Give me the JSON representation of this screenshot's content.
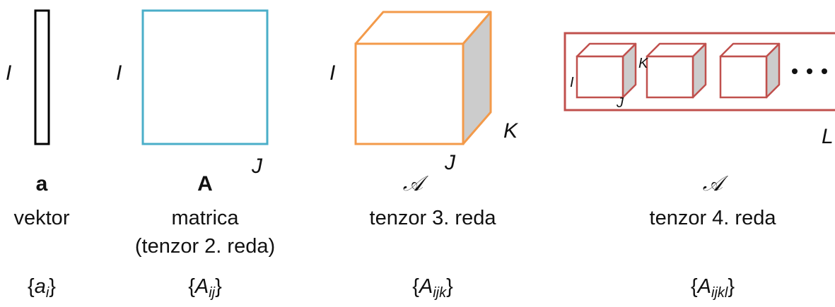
{
  "colors": {
    "vector": "#000000",
    "matrix": "#4aaec8",
    "tensor3": "#f39a4a",
    "tensor4": "#c0504d",
    "shade": "#cccccc"
  },
  "vector": {
    "dim_i": "I",
    "symbol": "a",
    "caption": "vektor",
    "notation_base": "a",
    "notation_index": "i"
  },
  "matrix": {
    "dim_i": "I",
    "dim_j": "J",
    "symbol": "A",
    "caption_line1": "matrica",
    "caption_line2": "(tenzor 2. reda)",
    "notation_base": "A",
    "notation_index": "ij"
  },
  "tensor3": {
    "dim_i": "I",
    "dim_j": "J",
    "dim_k": "K",
    "symbol": "𝒜",
    "caption": "tenzor 3. reda",
    "notation_base": "A",
    "notation_index": "ijk"
  },
  "tensor4": {
    "dim_i": "I",
    "dim_j": "J",
    "dim_k": "K",
    "dim_l": "L",
    "ellipsis": "• • •",
    "symbol": "𝒜",
    "caption": "tenzor 4. reda",
    "notation_base": "A",
    "notation_index": "ijkl"
  },
  "braces": {
    "open": "{",
    "close": "}"
  }
}
